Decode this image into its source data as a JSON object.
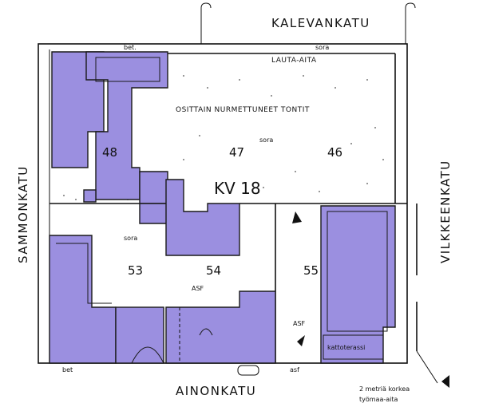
{
  "streets": {
    "north": "KALEVANKATU",
    "south": "AINONKATU",
    "west": "SAMMONKATU",
    "east": "VILKKEENKATU"
  },
  "block_label": "KV 18",
  "plots": [
    "48",
    "47",
    "46",
    "53",
    "54",
    "55"
  ],
  "annotations": {
    "fence": "LAUTA-AITA",
    "lawn": "OSITTAIN NURMETTUNEET TONTIT",
    "gravel_top": "sora",
    "gravel_47": "sora",
    "gravel_53": "sora",
    "concrete_top": "bet.",
    "concrete_bottom": "bet",
    "asphalt_54": "ASF",
    "asphalt_55": "ASF",
    "asphalt_bottom": "asf",
    "roof_terrace": "kattoterassi"
  },
  "legend": {
    "line1": "2 metriä korkea",
    "line2": "työmaa-aita"
  },
  "colors": {
    "building": "#9b8fe0",
    "line": "#111111"
  }
}
